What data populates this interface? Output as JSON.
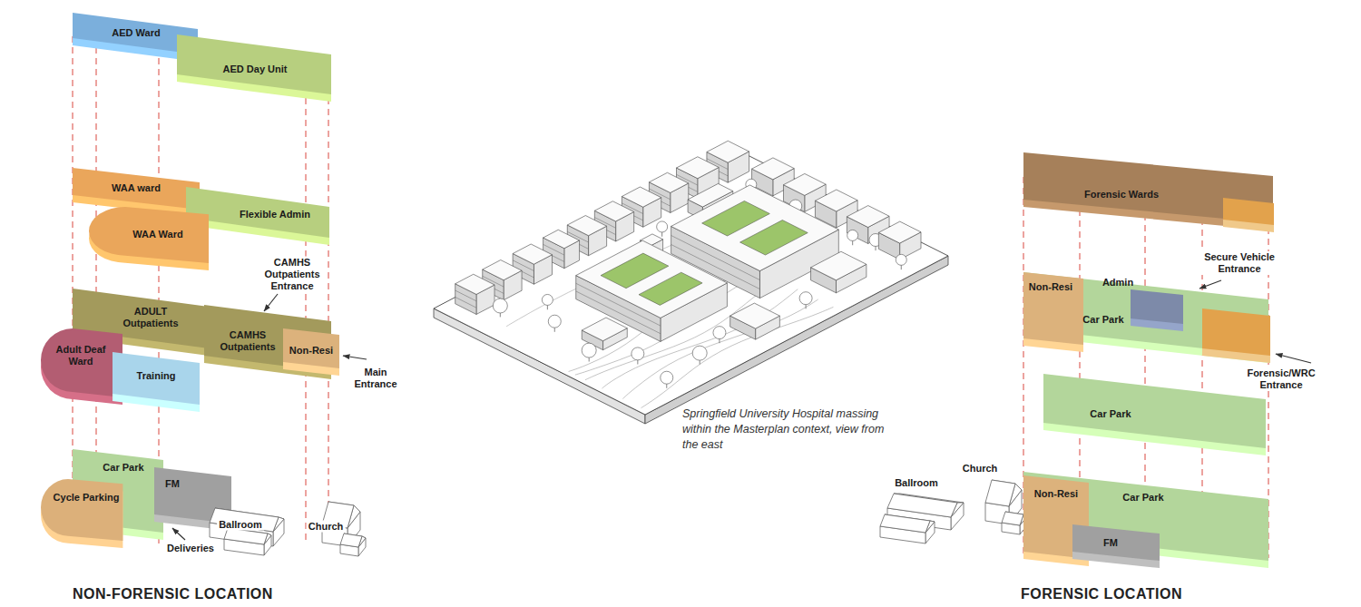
{
  "diagram": {
    "caption": "Springfield University Hospital massing within the Masterplan context, view from the east",
    "nodes": [
      {
        "text": [
          "AED Ward"
        ]
      },
      {
        "text": [
          "AED Day Unit"
        ]
      },
      {
        "text": [
          "WAA ward"
        ]
      },
      {
        "text": [
          "Flexible Admin"
        ]
      },
      {
        "text": [
          "WAA Ward"
        ]
      },
      {
        "text": [
          "ADULT Outpatients"
        ]
      },
      {
        "text": [
          "CAMHS Outpatients"
        ]
      },
      {
        "text": [
          "Non-Resi"
        ]
      },
      {
        "text": [
          "Adult Deaf Ward"
        ]
      },
      {
        "text": [
          "Training"
        ]
      },
      {
        "text": [
          "Car Park"
        ]
      },
      {
        "text": [
          "Cycle Parking"
        ]
      },
      {
        "text": [
          "FM"
        ]
      },
      {
        "text": [
          "Ballroom"
        ]
      },
      {
        "text": [
          "Church"
        ]
      },
      {
        "text": [
          "Forensic Wards"
        ]
      },
      {
        "text": [
          "Non-Resi"
        ]
      },
      {
        "text": [
          "Admin"
        ]
      },
      {
        "text": [
          "Car Park"
        ]
      },
      {
        "text": [
          "Car Park"
        ]
      },
      {
        "text": [
          "Ballroom"
        ]
      },
      {
        "text": [
          "Church"
        ]
      },
      {
        "text": [
          "Non-Resi"
        ]
      },
      {
        "text": [
          "Car Park"
        ]
      },
      {
        "text": [
          "FM"
        ]
      }
    ],
    "labels": [
      "CAMHS Outpatients Entrance",
      "Main Entrance",
      "Deliveries",
      "Secure Vehicle Entrance",
      "Forensic/WRC Entrance",
      "NON-FORENSIC LOCATION",
      "FORENSIC LOCATION"
    ]
  }
}
